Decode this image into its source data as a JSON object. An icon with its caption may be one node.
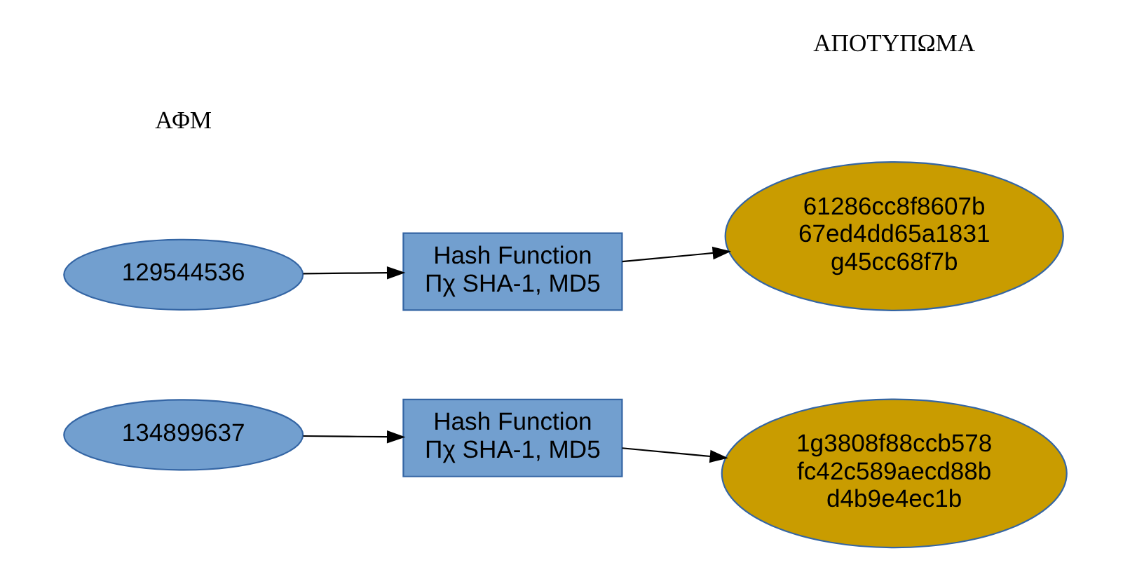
{
  "diagram": {
    "nodes": [
      {
        "text": [
          "129544536"
        ]
      },
      {
        "text": [
          "Hash Function Πχ SHA-1, MD5"
        ]
      },
      {
        "text": [
          "61286cc8f8607b 67ed4dd65a1831 g45cc68f7b"
        ]
      },
      {
        "text": [
          "134899637"
        ]
      },
      {
        "text": [
          "Hash Function Πχ SHA-1, MD5"
        ]
      },
      {
        "text": [
          "1g3808f88ccb578 fc42c589aecd88b d4b9e4ec1b"
        ]
      }
    ],
    "edges": [
      {
        "from": 0,
        "to": 1,
        "arrow": "to"
      },
      {
        "from": 1,
        "to": 2,
        "arrow": "to"
      },
      {
        "from": 3,
        "to": 4,
        "arrow": "to"
      },
      {
        "from": 4,
        "to": 5,
        "arrow": "to"
      }
    ],
    "labels": [
      "ΑΦΜ",
      "ΑΠΟΤΥΠΩΜΑ"
    ]
  }
}
